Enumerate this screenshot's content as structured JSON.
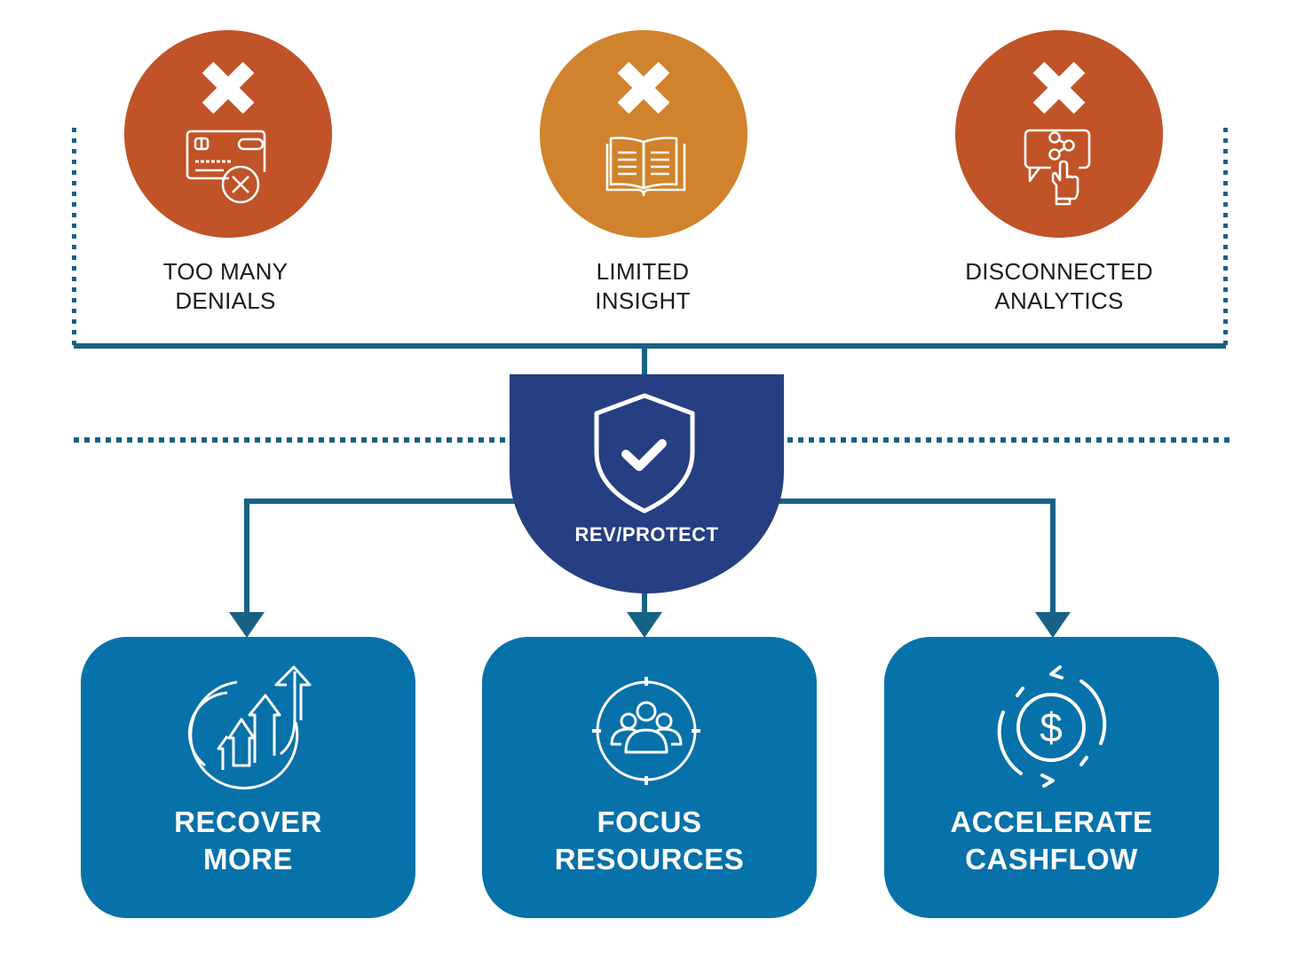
{
  "colors": {
    "connector": "#176184",
    "problem_red": "#c05327",
    "problem_orange": "#d0832c",
    "solution_navy": "#263f82",
    "outcome_blue": "#0771a9",
    "text_dark": "#1a1a1a",
    "white": "#ffffff"
  },
  "problems": [
    {
      "id": "denials",
      "icon": "credit-card-declined-icon",
      "status_icon": "x-mark-icon",
      "color": "#c05327",
      "label_lines": [
        "TOO MANY",
        "DENIALS"
      ]
    },
    {
      "id": "insight",
      "icon": "open-book-icon",
      "status_icon": "x-mark-icon",
      "color": "#d0832c",
      "label_lines": [
        "LIMITED",
        "INSIGHT"
      ]
    },
    {
      "id": "analytics",
      "icon": "share-chat-pointer-icon",
      "status_icon": "x-mark-icon",
      "color": "#c05327",
      "label_lines": [
        "DISCONNECTED",
        "ANALYTICS"
      ]
    }
  ],
  "solution": {
    "icon": "shield-check-icon",
    "label": "REV/PROTECT"
  },
  "outcomes": [
    {
      "id": "recover",
      "icon": "growth-arrows-icon",
      "label_lines": [
        "RECOVER",
        "MORE"
      ]
    },
    {
      "id": "focus",
      "icon": "team-target-icon",
      "label_lines": [
        "FOCUS",
        "RESOURCES"
      ]
    },
    {
      "id": "cashflow",
      "icon": "dollar-cycle-icon",
      "label_lines": [
        "ACCELERATE",
        "CASHFLOW"
      ]
    }
  ]
}
